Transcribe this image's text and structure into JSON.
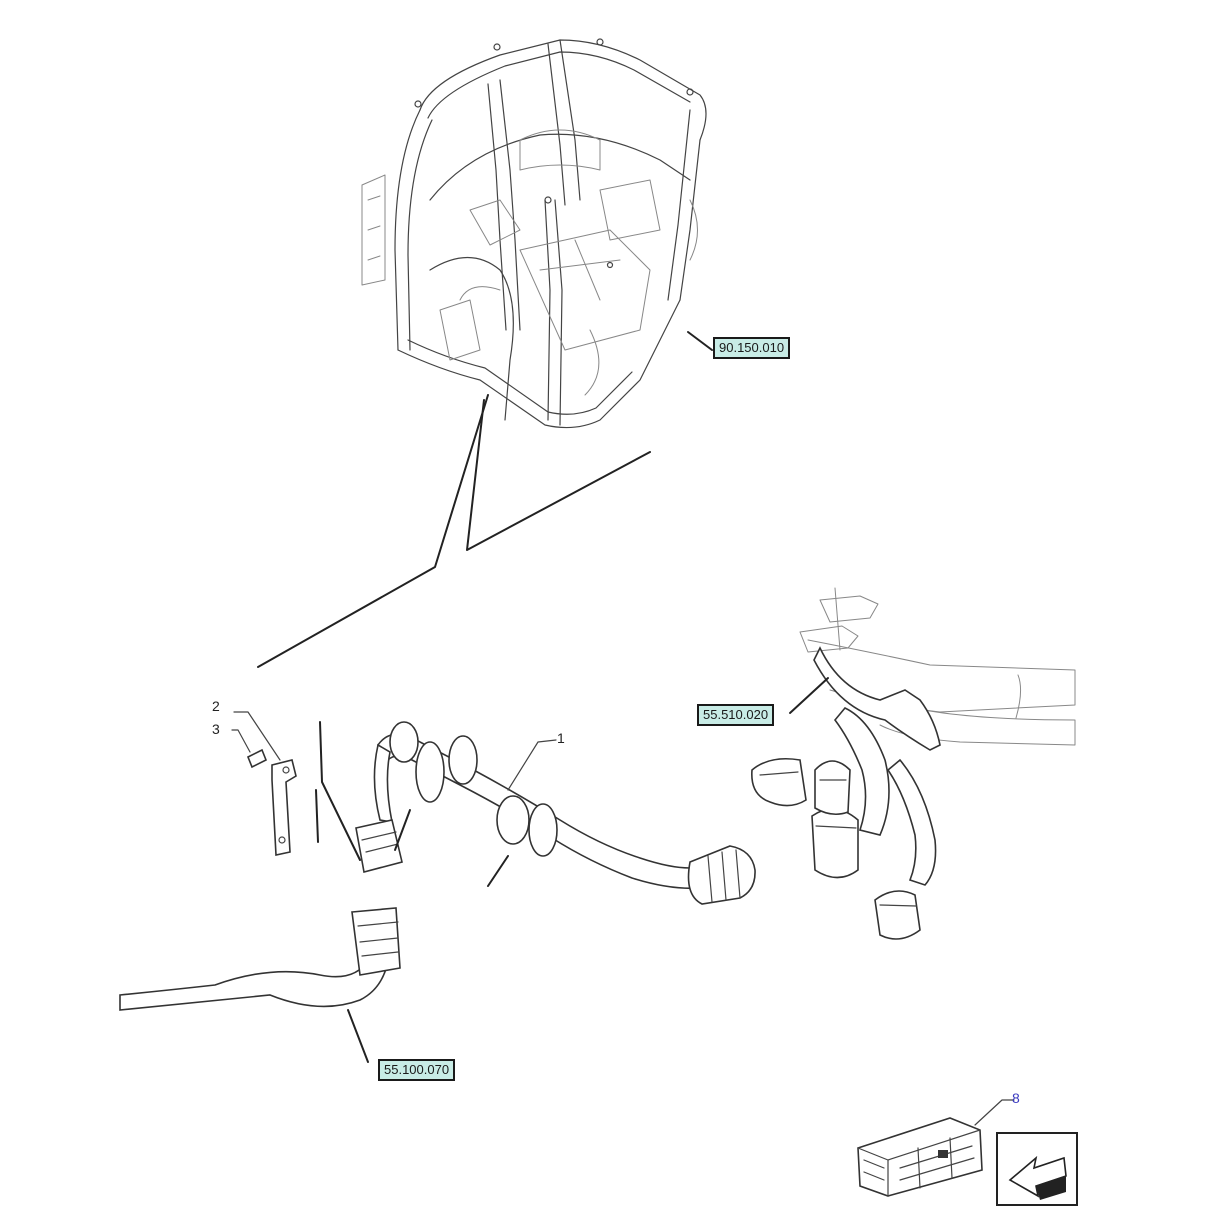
{
  "reference_labels": [
    {
      "id": "cab",
      "text": "90.150.010"
    },
    {
      "id": "harness_right",
      "text": "55.510.020"
    },
    {
      "id": "harness_left",
      "text": "55.100.070"
    }
  ],
  "callouts": [
    {
      "id": "p1",
      "text": "1"
    },
    {
      "id": "p2",
      "text": "2"
    },
    {
      "id": "p3",
      "text": "3"
    },
    {
      "id": "p8",
      "text": "8"
    }
  ],
  "icons": {
    "kit": "parts-kit-crate-icon",
    "nav": "view-direction-arrow-icon"
  },
  "colors": {
    "label_fill": "#c8ece6",
    "line": "#222222",
    "callout_accent": "#3a3ac0"
  }
}
